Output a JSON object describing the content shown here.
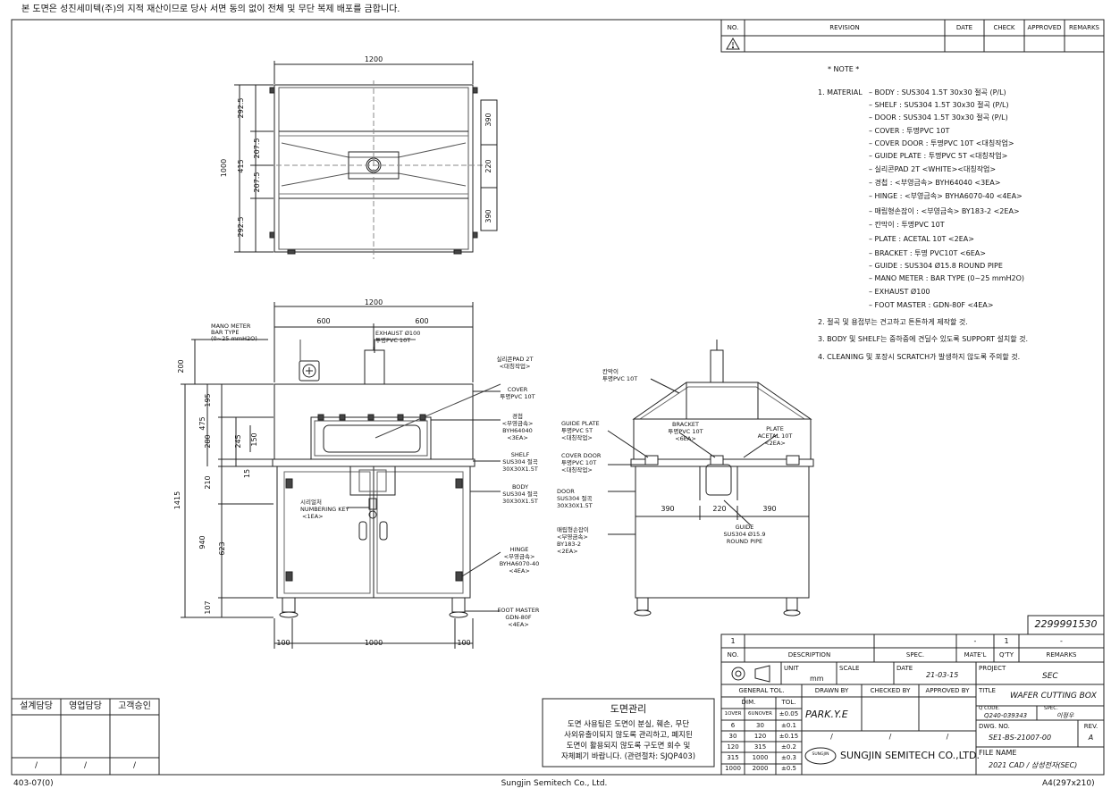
{
  "header_notice": "본 도면은 성진세미텍(주)의 지적 재산이므로 당사 서면 동의 없이 전체 및 무단 복제 배포를 금합니다.",
  "revision_table": {
    "headers": [
      "NO.",
      "REVISION",
      "DATE",
      "CHECK",
      "APPROVED",
      "REMARKS"
    ],
    "warning_icon": "warning-triangle-icon"
  },
  "notes": {
    "title": "* NOTE *",
    "material_label": "1. MATERIAL",
    "materials": [
      "BODY : SUS304 1.5T 30x30 절곡 (P/L)",
      "SHELF : SUS304 1.5T 30x30 절곡 (P/L)",
      "DOOR : SUS304 1.5T 30x30 절곡 (P/L)",
      "COVER : 투명PVC 10T",
      "COVER DOOR : 투명PVC 10T <대칭작업>",
      "GUIDE PLATE : 투명PVC 5T <대칭작업>",
      "실리콘PAD 2T <WHITE><대칭작업>",
      "경첩 : <부영금속> BYH64040 <3EA>",
      "HINGE : <부영금속> BYHA6070-40 <4EA>",
      "매립형손잡이 : <부영금속> BY183-2 <2EA>",
      "칸막이 : 투명PVC 10T",
      "PLATE : ACETAL 10T <2EA>",
      "BRACKET : 투명 PVC10T <6EA>",
      "GUIDE : SUS304 Ø15.8 ROUND PIPE",
      "MANO METER : BAR TYPE (0~25 mmH2O)",
      "EXHAUST Ø100",
      "FOOT MASTER : GDN-80F <4EA>"
    ],
    "items": [
      "2. 절곡 및 용접부는 견고하고 튼튼하게 제작할 것.",
      "3. BODY 및 SHELF는 중하중에 견딜수 있도록 SUPPORT 설치할 것.",
      "4. CLEANING 및 포장시 SCRATCH가 발생하지 않도록 주의할 것."
    ]
  },
  "top_view": {
    "width": "1200",
    "depth": "1000",
    "dims_left": [
      "292.5",
      "207.5",
      "415",
      "207.5",
      "292.5"
    ],
    "dims_right": [
      "390",
      "220",
      "390"
    ]
  },
  "front_view": {
    "overall_width": "1200",
    "half_widths": [
      "600",
      "600"
    ],
    "overall_height": "1415",
    "top_extra": "200",
    "v_dims": [
      "195",
      "475",
      "280",
      "245",
      "150",
      "15",
      "210",
      "940",
      "623",
      "107"
    ],
    "bottom_dims": [
      "100",
      "1000",
      "100"
    ],
    "labels": {
      "mano_meter": [
        "MANO METER",
        "BAR TYPE",
        "(0~25 mmH2O)"
      ],
      "exhaust": [
        "EXHAUST Ø100",
        "투명PVC 10T"
      ],
      "silicon_pad": [
        "실리콘PAD 2T",
        "<대칭작업>"
      ],
      "cover": [
        "COVER",
        "투명PVC 10T"
      ],
      "hinge_top": [
        "경첩",
        "<부영금속>",
        "BYH64040",
        "<3EA>"
      ],
      "shelf": [
        "SHELF",
        "SUS304 절곡",
        "30X30X1.5T"
      ],
      "body": [
        "BODY",
        "SUS304 절곡",
        "30X30X1.5T"
      ],
      "numbering": [
        "시리얼처",
        "NUMBERING KEY",
        "<1EA>"
      ],
      "hinge": [
        "HINGE",
        "<부영금속>",
        "BYHA6070-40",
        "<4EA>"
      ],
      "foot_master": [
        "FOOT MASTER",
        "GDN-80F",
        "<4EA>"
      ]
    }
  },
  "side_view": {
    "dims": [
      "390",
      "220",
      "390"
    ],
    "labels": {
      "partition": [
        "칸막이",
        "투명PVC 10T"
      ],
      "guide_plate": [
        "GUIDE PLATE",
        "투명PVC 5T",
        "<대칭작업>"
      ],
      "bracket": [
        "BRACKET",
        "투명PVC 10T",
        "<6EA>"
      ],
      "plate": [
        "PLATE",
        "ACETAL 10T",
        "<2EA>"
      ],
      "cover_door": [
        "COVER DOOR",
        "투명PVC 10T",
        "<대칭작업>"
      ],
      "door": [
        "DOOR",
        "SUS304 절곡",
        "30X30X1.5T"
      ],
      "handle": [
        "매립형손잡이",
        "<부영금속>",
        "BY183-2",
        "<2EA>"
      ],
      "guide": [
        "GUIDE",
        "SUS304 Ø15.9",
        "ROUND PIPE"
      ]
    }
  },
  "title_block": {
    "drawing_number_top": "2299991530",
    "part_row": [
      "1",
      "",
      "",
      "",
      "-",
      "1",
      "-"
    ],
    "part_headers": [
      "NO.",
      "DESCRIPTION",
      "SPEC.",
      "MATE'L",
      "Q'TY",
      "REMARKS"
    ],
    "unit_label": "UNIT",
    "unit_value": "mm",
    "scale_label": "SCALE",
    "date_label": "DATE",
    "date_value": "21-03-15",
    "project_label": "PROJECT",
    "project_value": "SEC",
    "general_tol": "GENERAL TOL.",
    "tol_headers": [
      "DIM.",
      "TOL."
    ],
    "tol_rows": [
      [
        "1OVER",
        "6UNOVER",
        "±0.05"
      ],
      [
        "6",
        "30",
        "±0.1"
      ],
      [
        "30",
        "120",
        "±0.15"
      ],
      [
        "120",
        "315",
        "±0.2"
      ],
      [
        "315",
        "1000",
        "±0.3"
      ],
      [
        "1000",
        "2000",
        "±0.5"
      ]
    ],
    "drawn_by_label": "DRAWN BY",
    "checked_by_label": "CHECKED BY",
    "approved_by_label": "APPROVED BY",
    "drawn_by": "PARK.Y.E",
    "slash": "/",
    "title_label": "TITLE",
    "title_value": "WAFER CUTTING BOX",
    "q_code_label": "Q CODE.",
    "q_code_value": "Q240-039343",
    "spec_label": "SPEC.",
    "spec_value": "이정우",
    "dwg_no_label": "DWG. NO.",
    "dwg_no_value": "SE1-BS-21007-00",
    "rev_label": "REV.",
    "rev_value": "A",
    "file_name_label": "FILE NAME",
    "file_name_value": "2021 CAD / 삼성전자(SEC)",
    "company": "SUNGJIN SEMITECH CO.,LTD.",
    "logo_text": "SUNGJIN"
  },
  "drawing_mgmt": {
    "title": "도면관리",
    "body": [
      "도면 사용팀은 도면이 분실, 훼손, 무단",
      "사외유출이되지 않도록 관리하고, 폐지된",
      "도면이 활용되지 않도록 구도면 회수 및",
      "자체폐기 바랍니다. (관련절차: SJQP403)"
    ]
  },
  "approval": {
    "headers": [
      "설계담당",
      "영업담당",
      "고객승인"
    ],
    "signs": [
      "/",
      "/",
      "/"
    ]
  },
  "footer": {
    "left": "403-07(0)",
    "center": "Sungjin Semitech Co., Ltd.",
    "right": "A4(297x210)"
  }
}
